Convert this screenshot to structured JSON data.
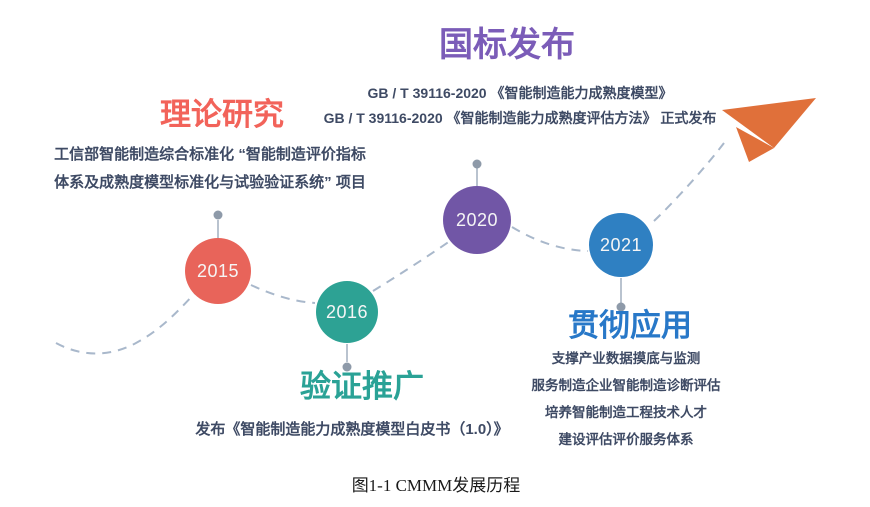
{
  "figure": {
    "caption": "图1-1 CMMM发展历程"
  },
  "palette": {
    "curve_dash": "#a9b8cb",
    "stem_line": "#b9c3cf",
    "stem_dot": "#8e9aa9",
    "arrow_orange": "#e0703a",
    "text_dark": "#3e4a64"
  },
  "sections": {
    "national_standard": {
      "title": "国标发布",
      "title_color": "#7b5cb8",
      "lines": [
        "GB / T 39116-2020 《智能制造能力成熟度模型》",
        "GB / T 39116-2020 《智能制造能力成熟度评估方法》 正式发布"
      ]
    },
    "theory": {
      "title": "理论研究",
      "title_color": "#f2635a",
      "lines": [
        "工信部智能制造综合标准化 “智能制造评价指标",
        "体系及成熟度模型标准化与试验验证系统” 项目"
      ]
    },
    "verification": {
      "title": "验证推广",
      "title_color": "#2aa296",
      "lines": [
        "发布《智能制造能力成熟度模型白皮书（1.0）》"
      ]
    },
    "application": {
      "title": "贯彻应用",
      "title_color": "#2878c8",
      "lines": [
        "支撑产业数据摸底与监测",
        "服务制造企业智能制造诊断评估",
        "培养智能制造工程技术人才",
        "建设评估评价服务体系"
      ]
    }
  },
  "timeline": {
    "milestones": [
      {
        "year": "2015",
        "color": "#e8645a"
      },
      {
        "year": "2016",
        "color": "#2da294"
      },
      {
        "year": "2020",
        "color": "#7156a6"
      },
      {
        "year": "2021",
        "color": "#2f80c2"
      }
    ],
    "curve_color": "#a9b8cb",
    "arrow_color": "#e0703a"
  }
}
